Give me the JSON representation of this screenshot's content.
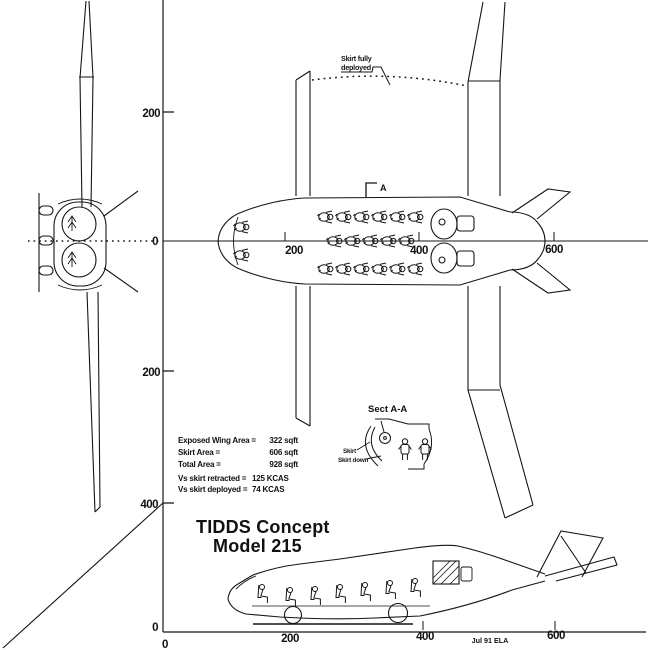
{
  "drawing": {
    "title": {
      "line1": "TIDDS Concept",
      "line2": "Model 215"
    },
    "date_stamp": "Jul 91 ELA",
    "skirt_note": {
      "line1": "Skirt fully",
      "line2": "deployed"
    },
    "section": {
      "cut_letter": "A",
      "title": "Sect A-A",
      "skirt_label": "Skirt",
      "skirt_down_label": "Skirt down"
    },
    "area_stats": [
      {
        "label": "Exposed Wing Area =",
        "value": "322 sqft"
      },
      {
        "label": "Skirt Area =",
        "value": "606 sqft"
      },
      {
        "label": "Total Area =",
        "value": "928 sqft"
      }
    ],
    "speed_stats": [
      {
        "label": "Vs skirt retracted =",
        "value": "125 KCAS"
      },
      {
        "label": "Vs skirt deployed =",
        "value": "74 KCAS"
      }
    ],
    "axes": {
      "left_labels": [
        "200",
        "0",
        "200",
        "400",
        "0"
      ],
      "origin_label": "0",
      "plan_labels": [
        "200",
        "400",
        "600"
      ],
      "bottom_labels": [
        "200",
        "400",
        "600"
      ]
    },
    "colors": {
      "ink": "#151515",
      "paper": "#ffffff"
    }
  }
}
